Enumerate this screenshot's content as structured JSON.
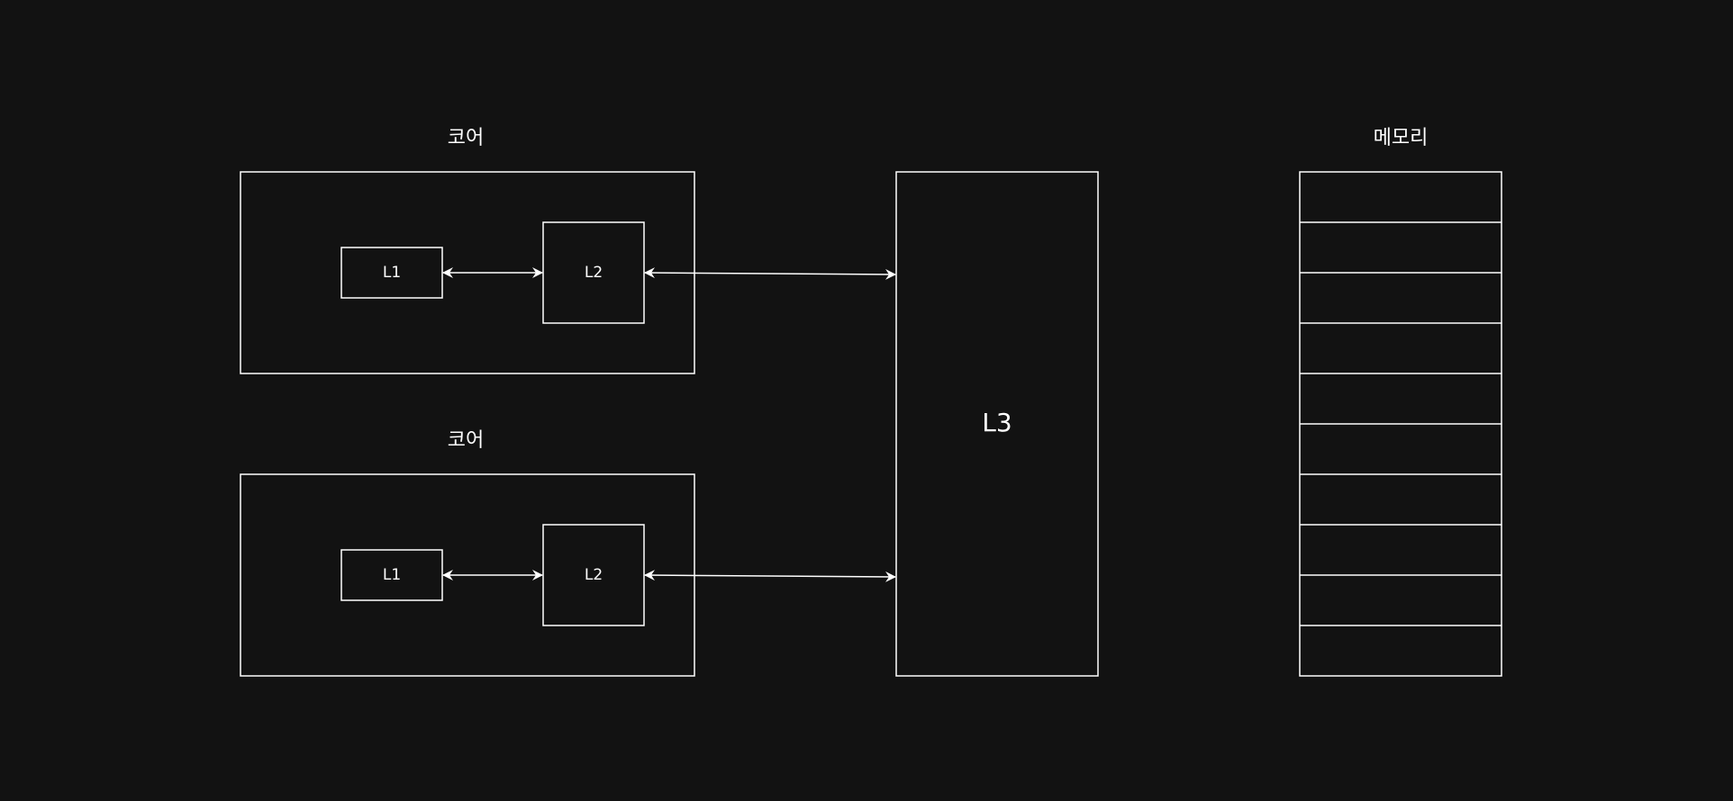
{
  "background_color": "#121212",
  "stroke_color": "#ffffff",
  "text_color": "#ffffff",
  "cores": [
    {
      "title": "코어",
      "l1_label": "L1",
      "l2_label": "L2"
    },
    {
      "title": "코어",
      "l1_label": "L1",
      "l2_label": "L2"
    }
  ],
  "l3": {
    "label": "L3"
  },
  "memory": {
    "title": "메모리",
    "cell_count": 10
  },
  "connections": [
    {
      "from": "cores.0.l1",
      "to": "cores.0.l2",
      "bidirectional": true
    },
    {
      "from": "cores.0.l2",
      "to": "l3",
      "bidirectional": true
    },
    {
      "from": "cores.1.l1",
      "to": "cores.1.l2",
      "bidirectional": true
    },
    {
      "from": "cores.1.l2",
      "to": "l3",
      "bidirectional": true
    }
  ]
}
